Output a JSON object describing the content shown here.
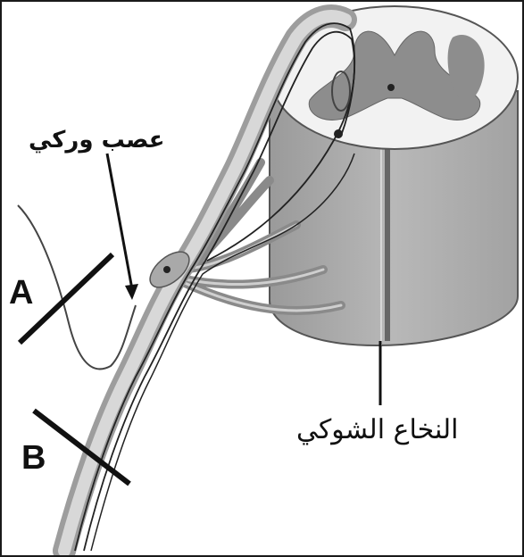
{
  "labels": {
    "sciatic_nerve": "عصب وركي",
    "spinal_cord": "النخاع الشوكي",
    "cut_a": "A",
    "cut_b": "B"
  },
  "colors": {
    "cord_side": "#a9a9a9",
    "cord_top_white": "#f2f2f2",
    "grey_matter": "#8d8d8d",
    "nerve": "#b5b5b5",
    "line": "#111111"
  }
}
